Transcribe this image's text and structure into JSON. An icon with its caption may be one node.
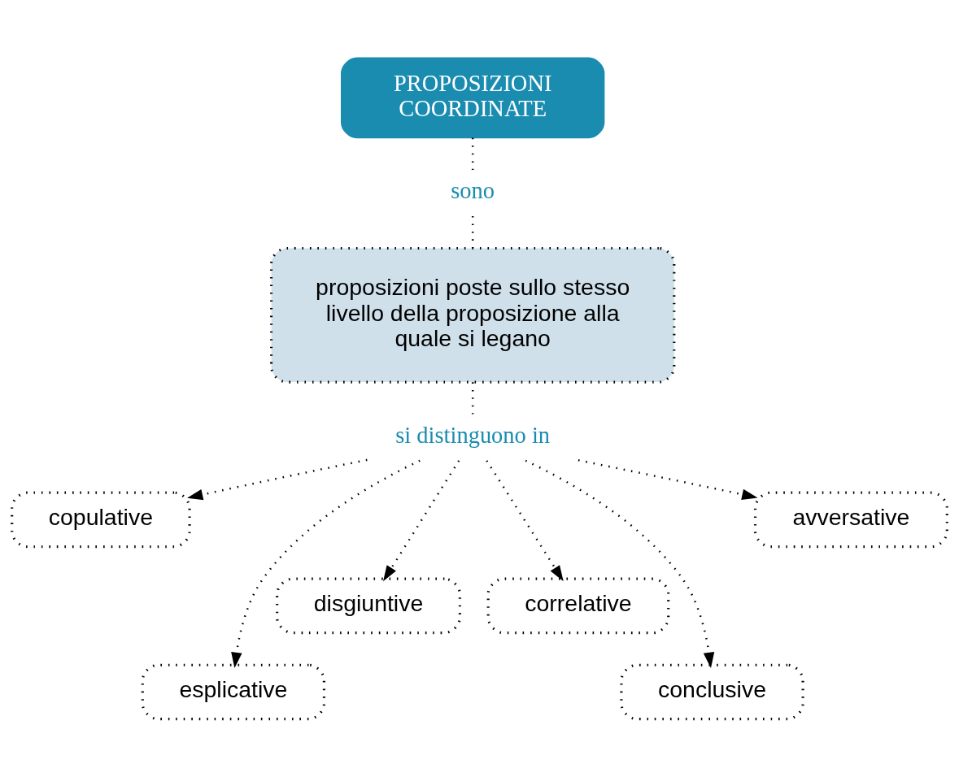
{
  "diagram": {
    "nodes": [
      {
        "text": [
          "PROPOSIZIONI COORDINATE"
        ]
      },
      {
        "text": [
          "sono"
        ]
      },
      {
        "text": [
          "proposizioni poste sullo stesso livello della proposizione alla quale si legano"
        ]
      },
      {
        "text": [
          "si distinguono in"
        ]
      },
      {
        "text": [
          "copulative"
        ]
      },
      {
        "text": [
          "esplicative"
        ]
      },
      {
        "text": [
          "disgiuntive"
        ]
      },
      {
        "text": [
          "correlative"
        ]
      },
      {
        "text": [
          "conclusive"
        ]
      },
      {
        "text": [
          "avversative"
        ]
      }
    ],
    "edges": [
      {
        "from": 0,
        "to": 1,
        "arrow": "none"
      },
      {
        "from": 1,
        "to": 2,
        "arrow": "none"
      },
      {
        "from": 2,
        "to": 3,
        "arrow": "none"
      },
      {
        "from": 3,
        "to": 4,
        "arrow": "to"
      },
      {
        "from": 3,
        "to": 5,
        "arrow": "to"
      },
      {
        "from": 3,
        "to": 6,
        "arrow": "to"
      },
      {
        "from": 3,
        "to": 7,
        "arrow": "to"
      },
      {
        "from": 3,
        "to": 8,
        "arrow": "to"
      },
      {
        "from": 3,
        "to": 9,
        "arrow": "to"
      }
    ]
  }
}
